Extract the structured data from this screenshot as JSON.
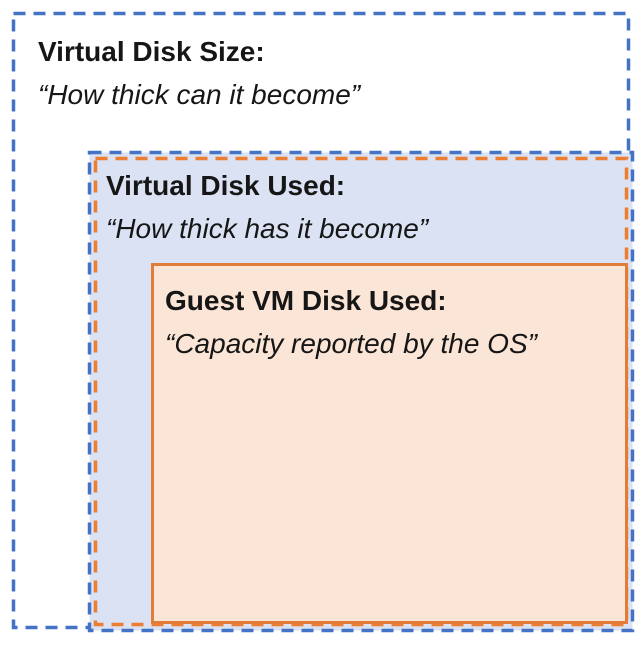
{
  "diagram": {
    "outer_box": {
      "title": "Virtual Disk Size:",
      "subtitle": "“How thick can it become”"
    },
    "middle_box": {
      "title": "Virtual Disk Used:",
      "subtitle": "“How thick has it become”"
    },
    "inner_box": {
      "title": "Guest VM Disk Used:",
      "subtitle": "“Capacity reported by the OS”"
    }
  },
  "colors": {
    "blue_dash_border": "#4472C4",
    "orange_dash_border": "#ED7D31",
    "orange_solid_border": "#E27C39",
    "middle_box_fill": "#DAE2F3",
    "inner_box_fill": "#FBE5D6",
    "text": "#161616",
    "background": "#FFFFFF",
    "none": "none"
  }
}
